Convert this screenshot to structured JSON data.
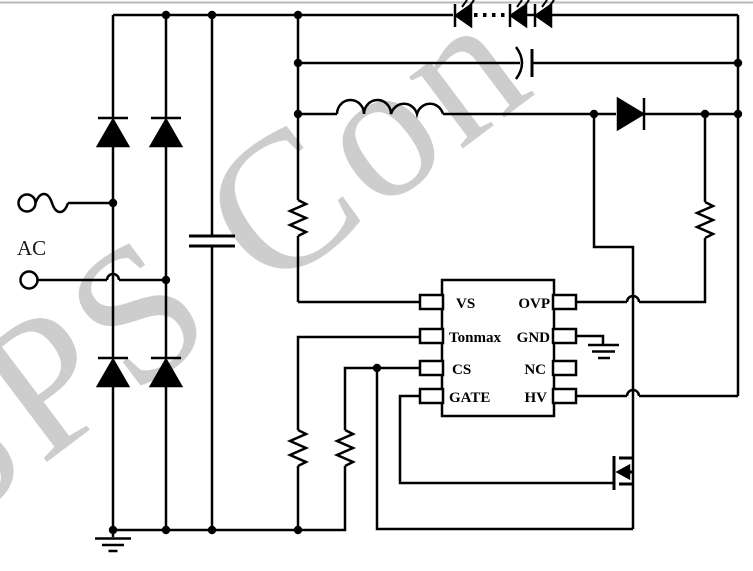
{
  "watermark": {
    "text": "SPS Con",
    "color": "#cdcdcd"
  },
  "labels": {
    "ac": "AC"
  },
  "ic": {
    "left_pins": [
      "VS",
      "Tonmax",
      "CS",
      "GATE"
    ],
    "right_pins": [
      "OVP",
      "GND",
      "NC",
      "HV"
    ]
  },
  "colors": {
    "line": "#000000",
    "background": "#ffffff",
    "top_border": "#b9b9b9"
  }
}
